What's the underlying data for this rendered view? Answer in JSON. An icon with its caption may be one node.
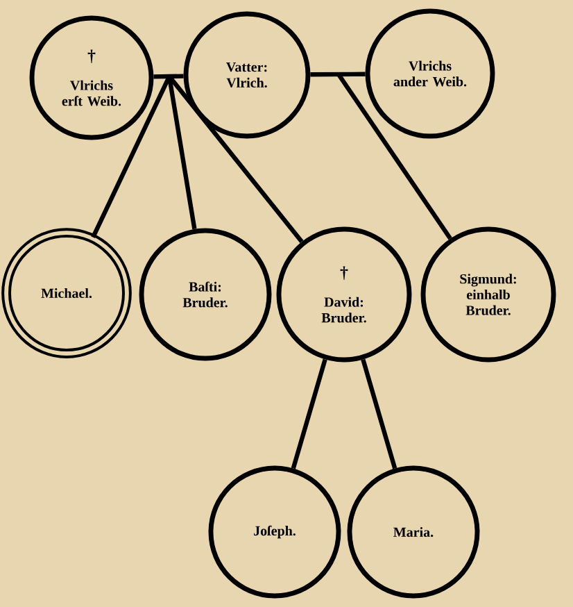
{
  "diagram": {
    "nodes": [
      {
        "text": [
          "†",
          "Vlrichs erſt Weib."
        ]
      },
      {
        "text": [
          "Vatter: Vlrich."
        ]
      },
      {
        "text": [
          "Vlrichs ander Weib."
        ]
      },
      {
        "text": [
          "Michael."
        ]
      },
      {
        "text": [
          "Baſti: Bruder."
        ]
      },
      {
        "text": [
          "†",
          "David: Bruder."
        ]
      },
      {
        "text": [
          "Sigmund: einhalb Bruder."
        ]
      },
      {
        "text": [
          "Joſeph."
        ]
      },
      {
        "text": [
          "Maria."
        ]
      }
    ],
    "edges": [
      {
        "from": 0,
        "to": 1,
        "arrow": "none"
      },
      {
        "from": 1,
        "to": 2,
        "arrow": "none"
      },
      {
        "from": 0,
        "to": 3,
        "arrow": "none"
      },
      {
        "from": 1,
        "to": 3,
        "arrow": "none"
      },
      {
        "from": 0,
        "to": 4,
        "arrow": "none"
      },
      {
        "from": 1,
        "to": 4,
        "arrow": "none"
      },
      {
        "from": 0,
        "to": 5,
        "arrow": "none"
      },
      {
        "from": 1,
        "to": 5,
        "arrow": "none"
      },
      {
        "from": 1,
        "to": 6,
        "arrow": "none"
      },
      {
        "from": 2,
        "to": 6,
        "arrow": "none"
      },
      {
        "from": 5,
        "to": 7,
        "arrow": "none"
      },
      {
        "from": 5,
        "to": 8,
        "arrow": "none"
      }
    ]
  }
}
